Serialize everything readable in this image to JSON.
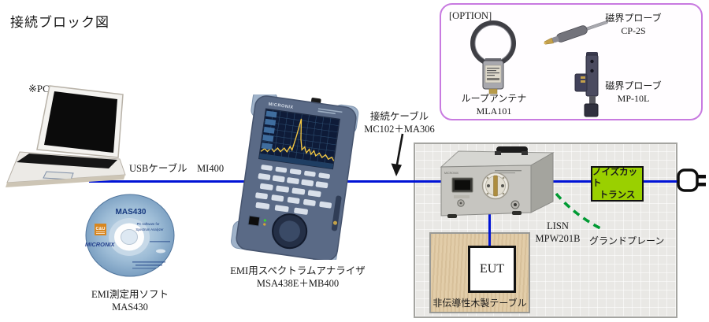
{
  "title": "接続ブロック図",
  "colors": {
    "cable_blue": "#0013d6",
    "ground_green": "#009a33",
    "noise_box_green": "#9ad000",
    "option_border_purple": "#c87ae0",
    "gray_area": "#e9e8e5",
    "table_tan": "#e2cda9"
  },
  "pc": {
    "note": "※PC"
  },
  "connections": {
    "usb_label": "USBケーブル　MI400",
    "probe_cable_line1": "接続ケーブル",
    "probe_cable_line2": "MC102＋MA306"
  },
  "software": {
    "cd_title": "MAS430",
    "cd_logo": "C&U",
    "cd_brand": "MICRONIX",
    "cd_text1": "PC software for",
    "cd_text2": "Spectrum Analyzer",
    "label_line1": "EMI測定用ソフト",
    "label_line2": "MAS430"
  },
  "analyzer": {
    "brand": "MICRONIX",
    "label_line1": "EMI用スペクトラムアナライザ",
    "label_line2": "MSA438E＋MB400"
  },
  "option": {
    "title": "[OPTION]",
    "loop_label1": "ループアンテナ",
    "loop_label2": "MLA101",
    "cp2s_label1": "磁界プローブ",
    "cp2s_label2": "CP-2S",
    "mp10l_label1": "磁界プローブ",
    "mp10l_label2": "MP-10L"
  },
  "test_area": {
    "lisn_brand": "MICRONIX",
    "lisn_label1": "LISN",
    "lisn_label2": "MPW201B",
    "noise_label1": "ノイズカット",
    "noise_label2": "トランス",
    "ground_label": "グランドプレーン",
    "eut_label": "EUT",
    "table_label": "非伝導性木製テーブル"
  }
}
